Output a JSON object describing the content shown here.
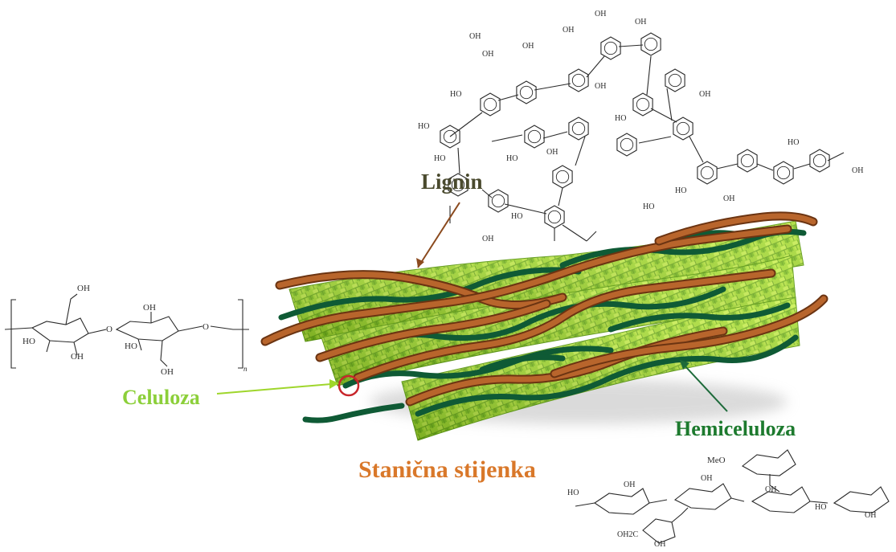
{
  "labels": {
    "lignin": "Lignin",
    "celuloza": "Celuloza",
    "hemiceluloza": "Hemiceluloza",
    "stanicna_stijenka": "Stanična stijenka"
  },
  "chem": {
    "oh": "OH",
    "ho": "HO",
    "ome": "MeO",
    "ch2oh": "OH2C",
    "n": "n"
  },
  "colors": {
    "lignin_strand": "#a85a26",
    "hemicellulose_strand": "#0f5a35",
    "cellulose_fibril": "#9fd62c",
    "cellulose_dark": "#6fa81a",
    "lignin_label": "#4a4a2e",
    "celuloza_label": "#8ccf3a",
    "hemiceluloza_label": "#1d7a2e",
    "wall_label": "#d9782a"
  }
}
